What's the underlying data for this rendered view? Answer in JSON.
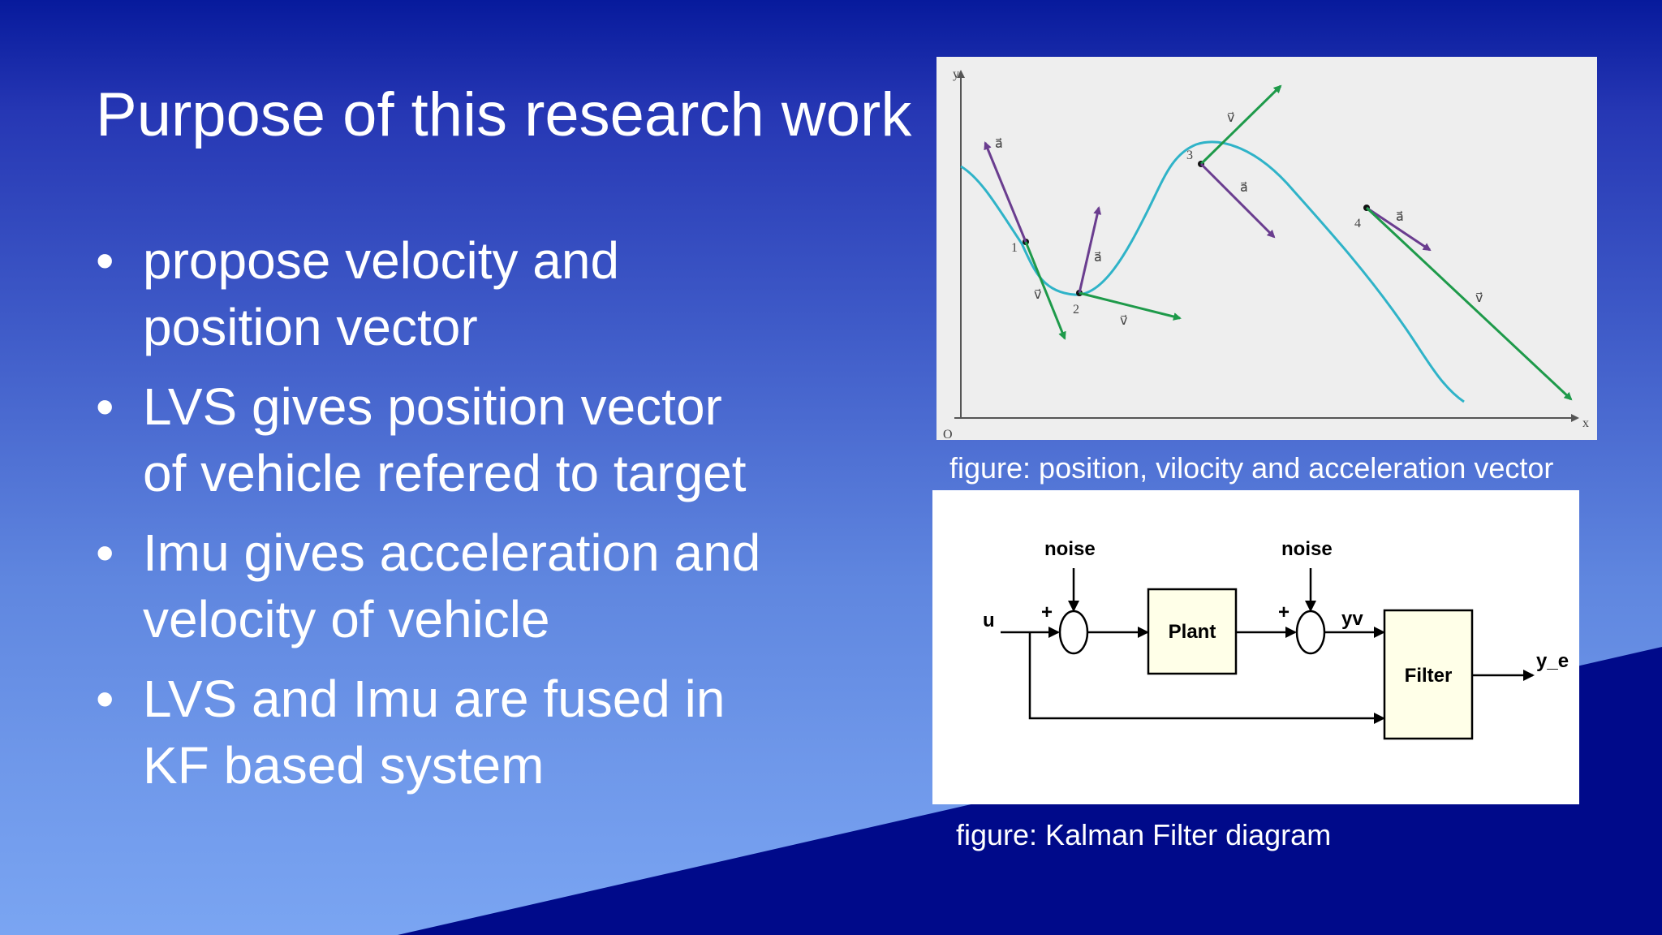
{
  "slide": {
    "title": "Purpose of this research work",
    "bullets": [
      {
        "line1": "propose velocity and",
        "line2": "position vector"
      },
      {
        "line1": "LVS gives position vector",
        "line2": "of vehicle refered to target"
      },
      {
        "line1": "Imu gives acceleration and",
        "line2": "velocity of vehicle"
      },
      {
        "line1": "LVS and Imu are fused in",
        "line2": "KF based system"
      }
    ],
    "bullet_symbol": "•"
  },
  "figure1": {
    "caption": "figure: position, vilocity and acceleration vector",
    "axis_y": "y",
    "axis_x": "x",
    "origin": "O",
    "points": [
      "1",
      "2",
      "3",
      "4"
    ],
    "vec_v": "v⃗",
    "vec_a": "a⃗",
    "colors": {
      "curve": "#2fb3c8",
      "velocity": "#1e9a4a",
      "acceleration": "#6a3d8f"
    }
  },
  "figure2": {
    "caption": "figure: Kalman Filter diagram",
    "noise1": "noise",
    "noise2": "noise",
    "input": "u",
    "plant": "Plant",
    "filter": "Filter",
    "plus1": "+",
    "plus2": "+",
    "yv": "yv",
    "output": "y_e"
  },
  "colors": {
    "dark_blue": "#000a8a",
    "block_fill": "#ffffe8"
  }
}
